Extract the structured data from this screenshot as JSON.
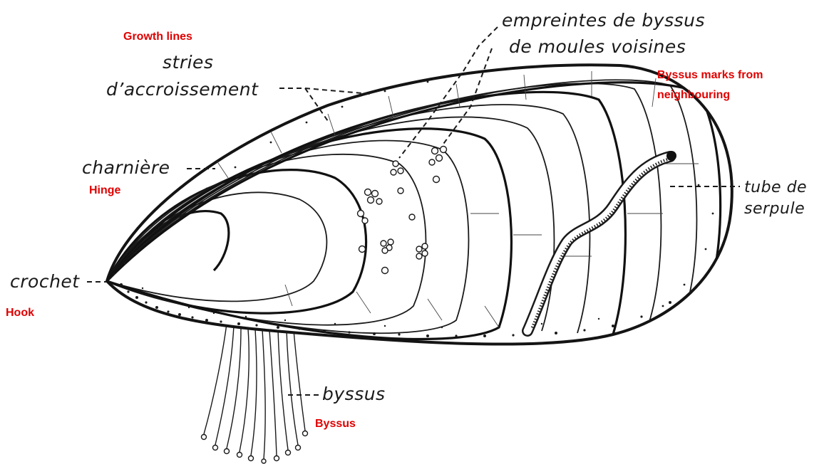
{
  "labels_fr": {
    "empreintes_line1": "empreintes de byssus",
    "empreintes_line2": "de moules voisines",
    "stries_line1": "stries",
    "stries_line2": "d’accroissement",
    "charniere": "charnière",
    "crochet": "crochet",
    "byssus": "byssus",
    "serpule_line1": "tube de",
    "serpule_line2": "serpule"
  },
  "labels_en": {
    "growth_lines": "Growth lines",
    "hinge": "Hinge",
    "hook": "Hook",
    "byssus": "Byssus",
    "byssus_marks_line1": "Byssus marks from",
    "byssus_marks_line2": "neighbouring"
  },
  "colors": {
    "ink": "#1a1a1a",
    "translation_red": "#e00000",
    "background": "#ffffff"
  }
}
